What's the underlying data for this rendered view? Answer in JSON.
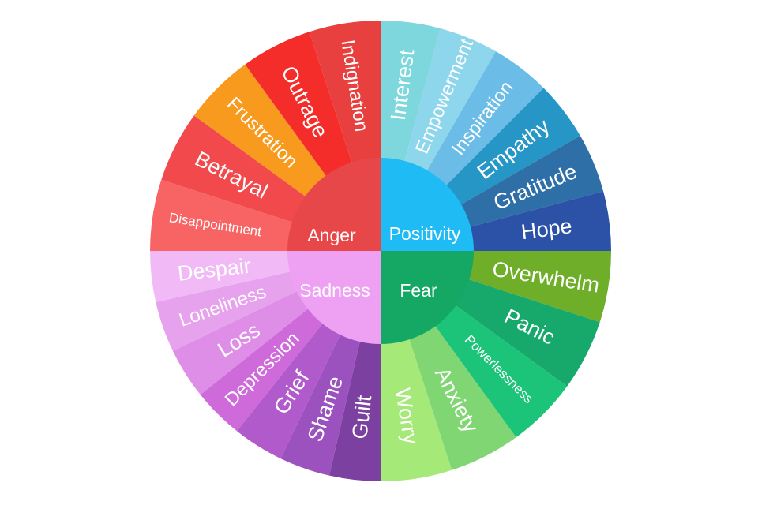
{
  "quadrants": [
    {
      "name": "Anger",
      "core_color": "#E8474A",
      "segments": [
        {
          "label": "Indignation",
          "color": "#E8403F"
        },
        {
          "label": "Outrage",
          "color": "#F52D2A"
        },
        {
          "label": "Frustration",
          "color": "#F79A1E"
        },
        {
          "label": "Betrayal",
          "color": "#F24A4C"
        },
        {
          "label": "Disappointment",
          "color": "#F86464"
        }
      ]
    },
    {
      "name": "Positivity",
      "core_color": "#1EBBF4",
      "segments": [
        {
          "label": "Interest",
          "color": "#7DD7DC"
        },
        {
          "label": "Empowerment",
          "color": "#8DD6EC"
        },
        {
          "label": "Inspiration",
          "color": "#6CBCE8"
        },
        {
          "label": "Empathy",
          "color": "#2596C6"
        },
        {
          "label": "Gratitude",
          "color": "#2F6FA8"
        },
        {
          "label": "Hope",
          "color": "#2C52A8"
        }
      ]
    },
    {
      "name": "Fear",
      "core_color": "#15A865",
      "segments": [
        {
          "label": "Overwhelm",
          "color": "#6EAE28"
        },
        {
          "label": "Panic",
          "color": "#17A96B"
        },
        {
          "label": "Powerlessness",
          "color": "#1BC479"
        },
        {
          "label": "Anxiety",
          "color": "#80D672"
        },
        {
          "label": "Worry",
          "color": "#A5E978"
        }
      ]
    },
    {
      "name": "Sadness",
      "core_color": "#EEA0F2",
      "segments": [
        {
          "label": "Guilt",
          "color": "#7C40A0"
        },
        {
          "label": "Shame",
          "color": "#9B52BE"
        },
        {
          "label": "Grief",
          "color": "#B15ACC"
        },
        {
          "label": "Depression",
          "color": "#CE6ADA"
        },
        {
          "label": "Loss",
          "color": "#DE8EE6"
        },
        {
          "label": "Loneliness",
          "color": "#E7A2EE"
        },
        {
          "label": "Despair",
          "color": "#F1BAF6"
        }
      ]
    }
  ]
}
